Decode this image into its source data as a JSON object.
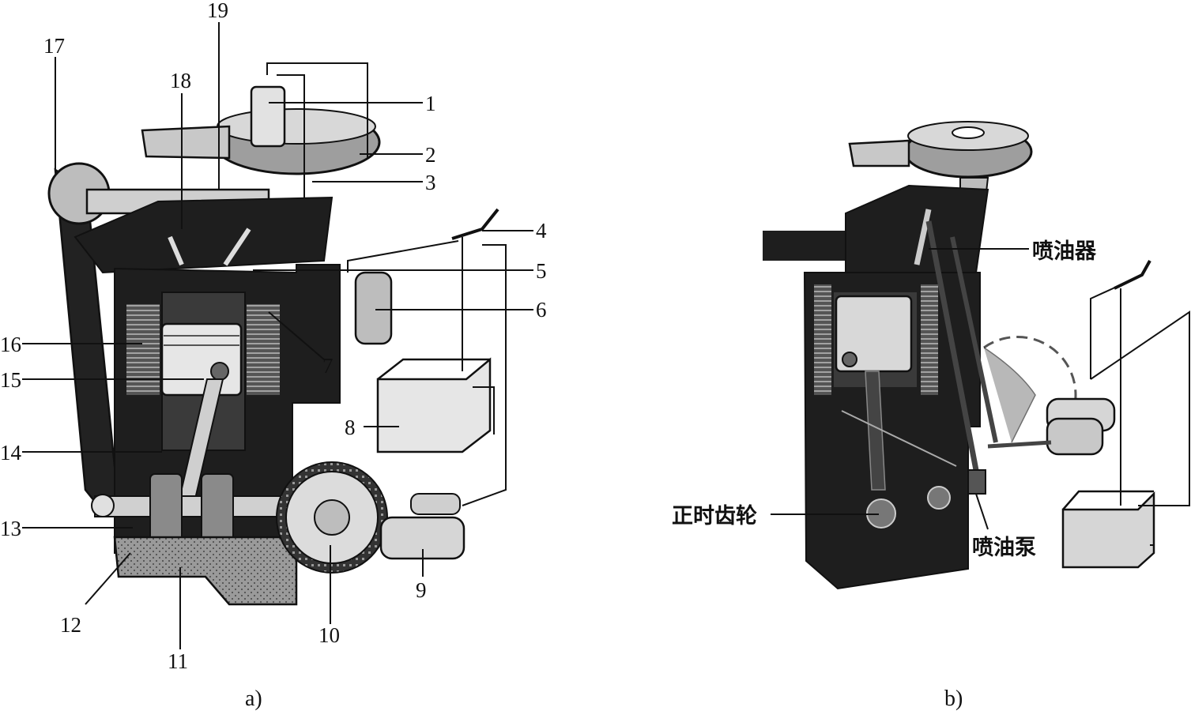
{
  "panel_a": {
    "caption": "a)",
    "labels": [
      "1",
      "2",
      "3",
      "4",
      "5",
      "6",
      "7",
      "8",
      "9",
      "10",
      "11",
      "12",
      "13",
      "14",
      "15",
      "16",
      "17",
      "18",
      "19"
    ]
  },
  "panel_b": {
    "caption": "b)",
    "labels": {
      "injector": "喷油器",
      "timing_gear": "正时齿轮",
      "injection_pump": "喷油泵"
    }
  },
  "colors": {
    "ink": "#111111",
    "dark": "#1e1e1e",
    "mid": "#7a7a7a",
    "light": "#cfcfcf",
    "paper": "#ffffff"
  }
}
